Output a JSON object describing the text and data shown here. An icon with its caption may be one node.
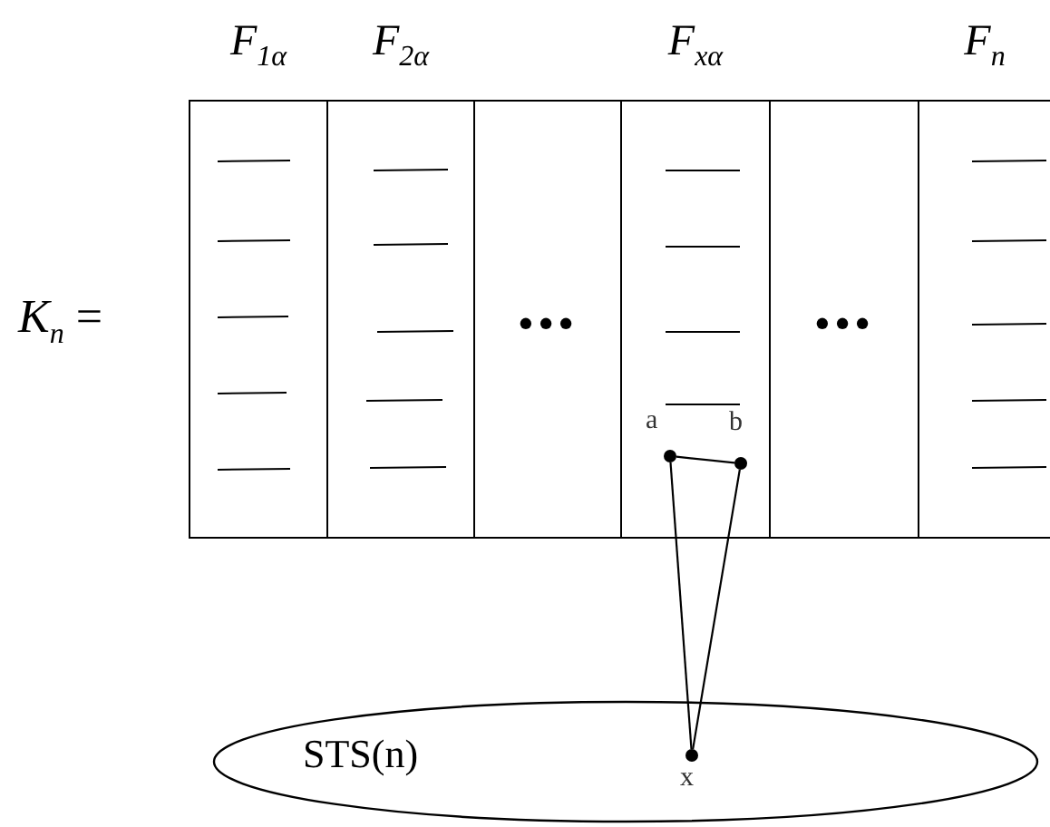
{
  "diagram": {
    "nodes": [
      {
        "text": [
          "*F*$_{1α}$"
        ]
      },
      {
        "text": [
          "*F*$_{2α}$"
        ]
      },
      {
        "text": [
          "•••"
        ]
      },
      {
        "text": [
          "*F*$_{xα}$"
        ]
      },
      {
        "text": [
          "•••"
        ]
      },
      {
        "text": [
          "*F*$_{n}$"
        ]
      },
      {
        "text": [
          "a"
        ],
        "in": 3
      },
      {
        "text": [
          "b"
        ],
        "in": 3
      },
      {
        "text": [
          "STS(n)"
        ]
      },
      {
        "text": [
          "x"
        ],
        "in": 8
      }
    ],
    "edges": [
      {
        "from": 6,
        "to": 7,
        "arrow": "none"
      },
      {
        "from": 6,
        "to": 9,
        "arrow": "none"
      },
      {
        "from": 7,
        "to": 9,
        "arrow": "none"
      }
    ],
    "labels": [
      "*K*$_{n}$ ="
    ]
  }
}
